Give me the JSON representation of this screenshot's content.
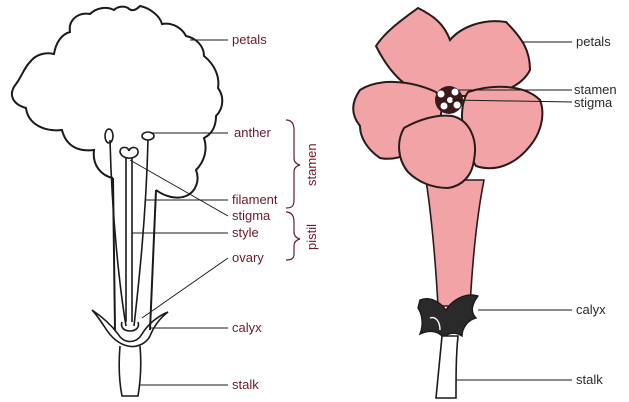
{
  "left_diagram": {
    "labels": {
      "petals": "petals",
      "anther": "anther",
      "filament": "filament",
      "stigma": "stigma",
      "style": "style",
      "ovary": "ovary",
      "calyx": "calyx",
      "stalk": "stalk"
    },
    "groups": {
      "stamen": "stamen",
      "pistil": "pistil"
    },
    "label_color": "#6b1a2a"
  },
  "right_diagram": {
    "labels": {
      "petals": "petals",
      "stamen": "stamen",
      "stigma": "stigma",
      "calyx": "calyx",
      "stalk": "stalk"
    },
    "petal_color": "#f1a3a6",
    "label_color": "#2a2a2a"
  }
}
